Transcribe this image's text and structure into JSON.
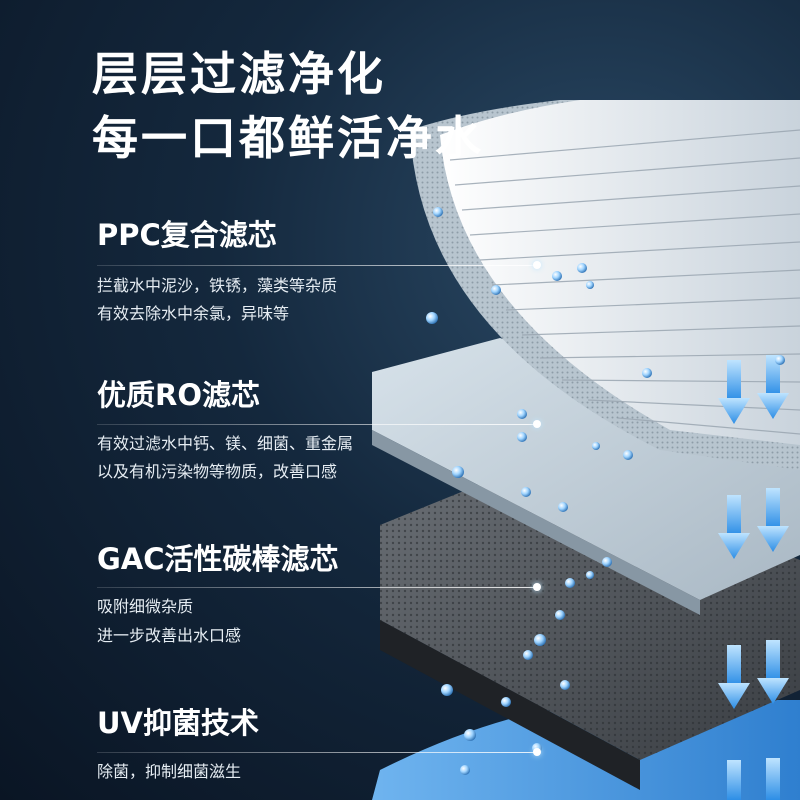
{
  "headline": {
    "line1": "层层过滤净化",
    "line2": "每一口都鲜活净水"
  },
  "sections": [
    {
      "title": "PPC复合滤芯",
      "lines": [
        "拦截水中泥沙，铁锈，藻类等杂质",
        "有效去除水中余氯，异味等"
      ]
    },
    {
      "title": "优质RO滤芯",
      "lines": [
        "有效过滤水中钙、镁、细菌、重金属",
        "以及有机污染物等物质，改善口感"
      ]
    },
    {
      "title": "GAC活性碳棒滤芯",
      "lines": [
        "吸附细微杂质",
        "进一步改善出水口感"
      ]
    },
    {
      "title": "UV抑菌技术",
      "lines": [
        "除菌，抑制细菌滋生"
      ]
    }
  ],
  "colors": {
    "background": "#14283d",
    "accent_arrow": "#4aa6ea",
    "uv_layer": "#3f8fd9"
  },
  "icons": [
    "water-droplet-icon",
    "down-arrow-icon"
  ]
}
